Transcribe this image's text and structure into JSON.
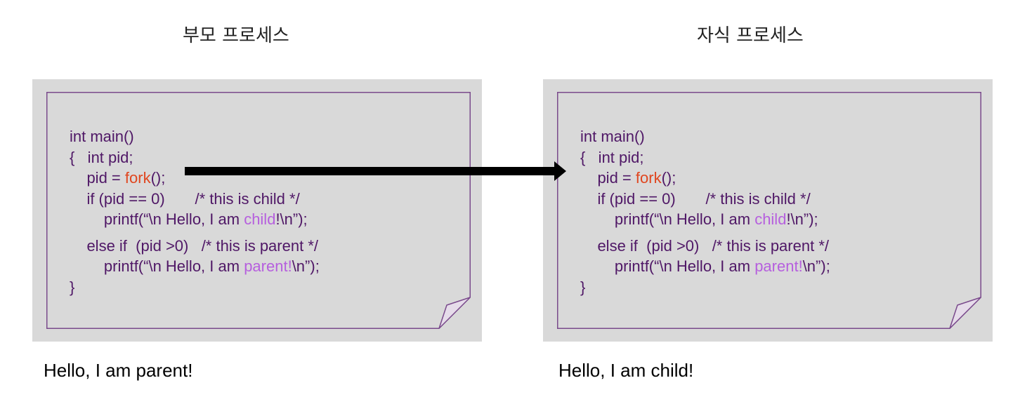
{
  "titles": {
    "parent": "부모 프로세스",
    "child": "자식 프로세스"
  },
  "code": {
    "line1": "int main()",
    "line2": "{   int pid;",
    "line3_prefix": "    pid = ",
    "line3_fork": "fork",
    "line3_suffix": "();",
    "line4": "    if (pid == 0)       /* this is child */",
    "line5_prefix": "        printf(“\\n Hello, I am ",
    "line5_word": "child",
    "line5_suffix": "!\\n”);",
    "line6": "    else if  (pid >0)   /* this is parent */",
    "line7_prefix": "        printf(“\\n Hello, I am ",
    "line7_word": "parent!",
    "line7_suffix": "\\n”);",
    "line8": "}"
  },
  "outputs": {
    "parent": "Hello, I am parent!",
    "child": "Hello, I am child!"
  },
  "colors": {
    "panel_bg": "#d9d9d9",
    "note_border": "#7a4a8c",
    "code_text": "#4f1766",
    "fork_color": "#e0461f",
    "highlight_color": "#b65fde",
    "arrow_color": "#000000"
  }
}
